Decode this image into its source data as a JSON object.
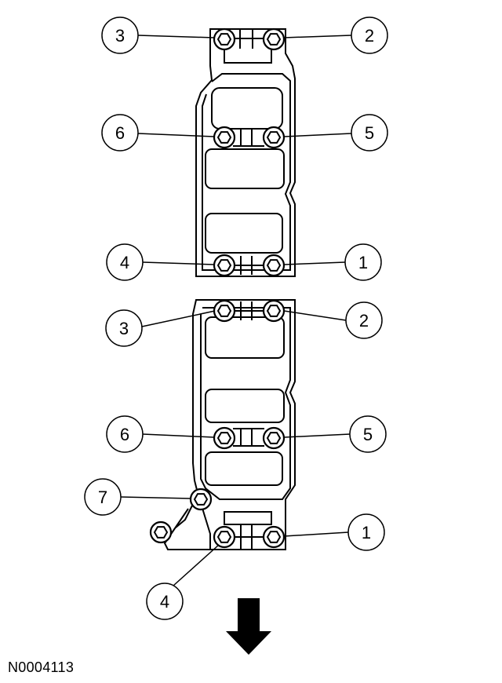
{
  "reference_code": "N0004113",
  "upper_assembly": {
    "callouts": [
      "1",
      "2",
      "3",
      "4",
      "5",
      "6"
    ]
  },
  "lower_assembly": {
    "callouts": [
      "1",
      "2",
      "3",
      "4",
      "5",
      "6",
      "7"
    ]
  },
  "icons": {
    "arrow": "down-arrow-icon",
    "bolt": "hex-bolt-icon"
  },
  "colors": {
    "line": "#000000",
    "background": "#ffffff"
  }
}
